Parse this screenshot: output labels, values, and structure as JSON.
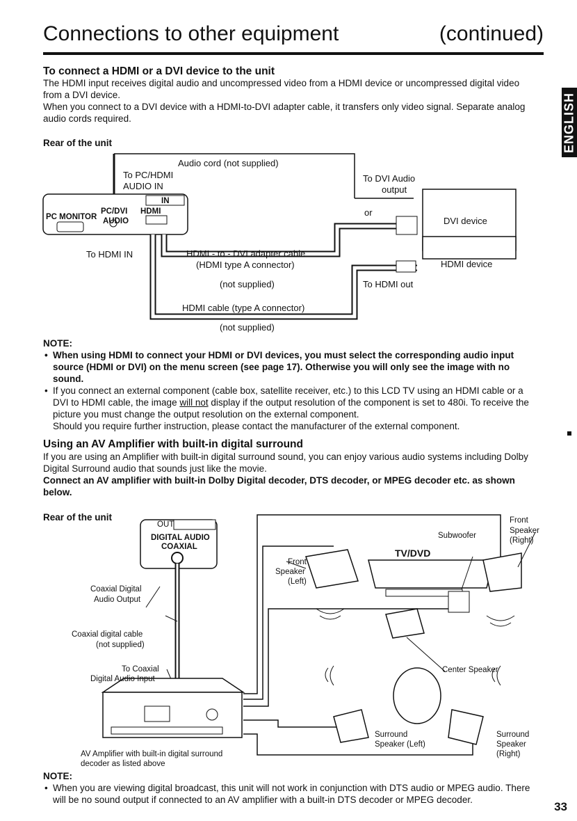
{
  "header": {
    "title": "Connections to other equipment",
    "continued": "(continued)"
  },
  "side_tab": "ENGLISH",
  "page_number": "33",
  "section1": {
    "heading": "To connect a HDMI or a DVI device to the unit",
    "para1": "The HDMI input receives digital audio and uncompressed video from a HDMI device or uncompressed digital video from a DVI device.",
    "para2": "When you connect to a DVI device with a HDMI-to-DVI adapter cable, it transfers only video signal. Separate analog audio cords required.",
    "rear_label": "Rear of the unit",
    "diagram": {
      "audio_cord": "Audio cord (not supplied)",
      "to_pc_hdmi": "To PC/HDMI",
      "audio_in": "AUDIO IN",
      "in_badge": "IN",
      "pc_monitor": "PC MONITOR",
      "pc_dvi": "PC/DVI",
      "audio": "AUDIO",
      "hdmi_logo": "HDMI",
      "to_dvi_audio": "To DVI Audio",
      "output": "output",
      "or": "or",
      "dvi_device": "DVI device",
      "hdmi_device": "HDMI device",
      "to_hdmi_in": "To HDMI IN",
      "adapter_cable": "HDMI - to - DVI adapter cable",
      "type_a": "(HDMI type A connector)",
      "not_supplied_1": "(not supplied)",
      "to_hdmi_out": "To HDMI out",
      "hdmi_cable": "HDMI cable (type A connector)",
      "not_supplied_2": "(not supplied)"
    }
  },
  "note1": {
    "label": "NOTE:",
    "bullet1": "When using HDMI to connect your HDMI or DVI devices, you must select the corresponding audio input source (HDMI or DVI) on the menu screen (see page 17). Otherwise you will only see the image with no sound.",
    "bullet2_a": "If you connect an external component (cable box, satellite receiver, etc.) to this LCD TV using an HDMI cable or a DVI to HDMI cable, the image ",
    "bullet2_u": "will not",
    "bullet2_b": " display if the output resolution of the component is set to 480i. To receive the picture you must change the output resolution on the external component.",
    "bullet2_c": "Should you require further instruction, please contact the manufacturer of the external component."
  },
  "section2": {
    "heading": "Using an AV Amplifier with built-in digital surround",
    "para": "If you are using an Amplifier with built-in digital surround sound, you can enjoy various audio systems including Dolby Digital Surround audio that sounds just like the movie.",
    "bold_para": "Connect an AV amplifier with built-in Dolby Digital decoder, DTS decoder, or MPEG decoder etc. as shown below.",
    "rear_label": "Rear of the unit",
    "diagram": {
      "out_badge": "OUT",
      "digital_audio": "DIGITAL AUDIO",
      "coaxial": "COAXIAL",
      "coaxial_digital": "Coaxial Digital",
      "audio_output": "Audio Output",
      "coax_cable": "Coaxial digital cable",
      "not_supplied": "(not supplied)",
      "to_coaxial": "To Coaxial",
      "digital_audio_input": "Digital Audio Input",
      "av_amp_1": "AV Amplifier with built-in digital surround",
      "av_amp_2": "decoder as listed above",
      "front": "Front",
      "speaker": "Speaker",
      "right": "(Right)",
      "left": "(Left)",
      "subwoofer": "Subwoofer",
      "tv_dvd": "TV/DVD",
      "center_speaker": "Center Speaker",
      "surround": "Surround",
      "speaker_left": "Speaker (Left)"
    }
  },
  "note2": {
    "label": "NOTE:",
    "bullet": "When you are viewing digital broadcast, this unit will not work in conjunction with DTS audio or MPEG audio. There will be no sound output if connected to an AV amplifier with a built-in DTS decoder or MPEG decoder."
  }
}
